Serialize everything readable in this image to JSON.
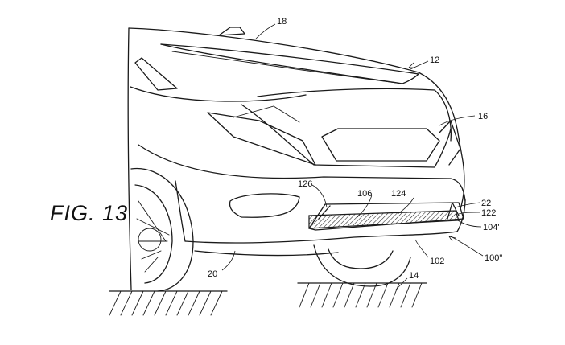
{
  "figure": {
    "caption": "FIG. 13"
  },
  "labels": {
    "ref_18": "18",
    "ref_12": "12",
    "ref_16": "16",
    "ref_126": "126",
    "ref_106p": "106'",
    "ref_124": "124",
    "ref_22": "22",
    "ref_122": "122",
    "ref_104p": "104'",
    "ref_100pp": "100\"",
    "ref_102": "102",
    "ref_20": "20",
    "ref_14": "14"
  }
}
